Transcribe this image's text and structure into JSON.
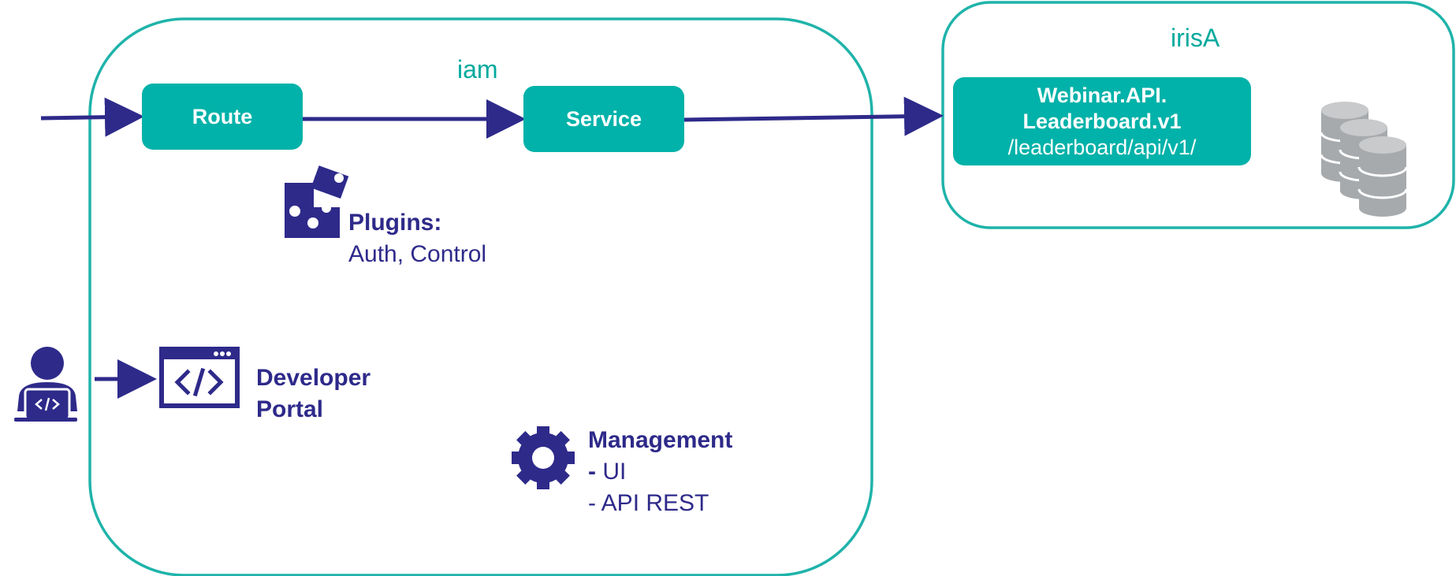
{
  "gateway": {
    "label": "iam"
  },
  "backend": {
    "label": "irisA"
  },
  "route": {
    "label": "Route"
  },
  "service": {
    "label": "Service"
  },
  "api": {
    "name_line1": "Webinar.API.",
    "name_line2": "Leaderboard.v1",
    "path": "/leaderboard/api/v1/"
  },
  "plugins": {
    "title": "Plugins:",
    "detail": "Auth, Control"
  },
  "portal": {
    "line1": "Developer",
    "line2": "Portal"
  },
  "management": {
    "title": "Management",
    "item1_bullet": "-",
    "item1": " UI",
    "item2": "- API REST"
  },
  "colors": {
    "teal": "#00B2A9",
    "navy": "#2E2A8A",
    "database_gray": "#A7AAAD"
  },
  "icons": [
    "puzzle-icon",
    "developer-user-icon",
    "code-window-icon",
    "gear-icon",
    "database-icon"
  ]
}
